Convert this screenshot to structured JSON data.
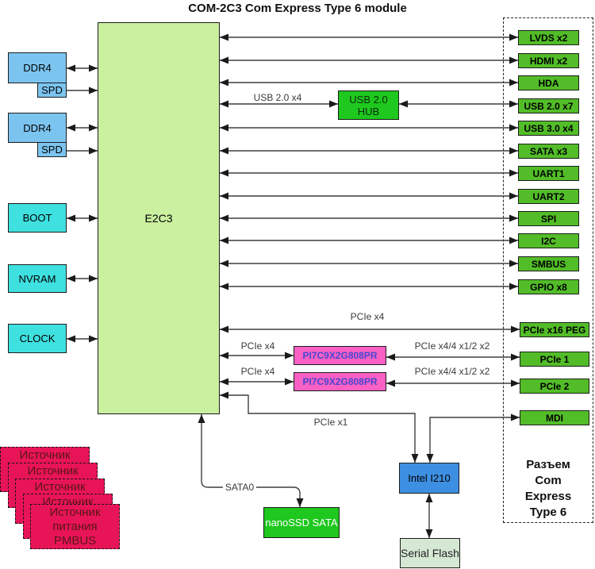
{
  "title": "COM-2C3 Com Express Type 6 module",
  "soc": {
    "label": "E2C3"
  },
  "memory": {
    "ddr4_1": "DDR4",
    "spd_1": "SPD",
    "ddr4_2": "DDR4",
    "spd_2": "SPD"
  },
  "left_blocks": {
    "boot": "BOOT",
    "nvram": "NVRAM",
    "clock": "CLOCK"
  },
  "usb_hub": {
    "label": "USB 2.0 HUB"
  },
  "connector_panel": {
    "title_lines": [
      "Разъем",
      "Com",
      "Express",
      "Type 6"
    ],
    "ports": [
      "LVDS x2",
      "HDMI x2",
      "HDA",
      "USB 2.0 x7",
      "USB 3.0 x4",
      "SATA x3",
      "UART1",
      "UART2",
      "SPI",
      "I2C",
      "SMBUS",
      "GPIO x8",
      "PCIe x16 PEG",
      "PCIe 1",
      "PCIe 2",
      "MDI"
    ]
  },
  "pcie_switches": {
    "switch_1": "PI7C9X2G808PR",
    "switch_2": "PI7C9X2G808PR"
  },
  "ethernet_controller": {
    "label": "Intel I210"
  },
  "serial_flash": {
    "label": "Serial Flash"
  },
  "ssd": {
    "label": "nanoSSD SATA"
  },
  "power_supply": {
    "lines": [
      "Источник",
      "питания",
      "PMBUS"
    ],
    "stack_count": 5
  },
  "bus_labels": {
    "usb": "USB 2.0 x4",
    "pcie_x4_peg": "PCIe x4",
    "pcie_x4_sw1": "PCIe x4",
    "pcie_x4_sw2": "PCIe x4",
    "pcie_sw1_out": "PCIe x4/4 x1/2 x2",
    "pcie_sw2_out": "PCIe x4/4 x1/2 x2",
    "pcie_x1": "PCIe x1",
    "sata0": "SATA0"
  },
  "colors": {
    "soc_fill": "#caf0a0",
    "port_fill": "#52bd28",
    "bright_green_fill": "#1ec81e",
    "memory_fill": "#7cc4f0",
    "cyan_fill": "#3fe0e0",
    "switch_fill": "#fb60c4",
    "switch_text": "#4747d1",
    "ethernet_fill": "#3d8fe1",
    "flash_fill": "#d5e8d4",
    "power_fill": "#e81458",
    "wire": "#3f3f3f"
  }
}
